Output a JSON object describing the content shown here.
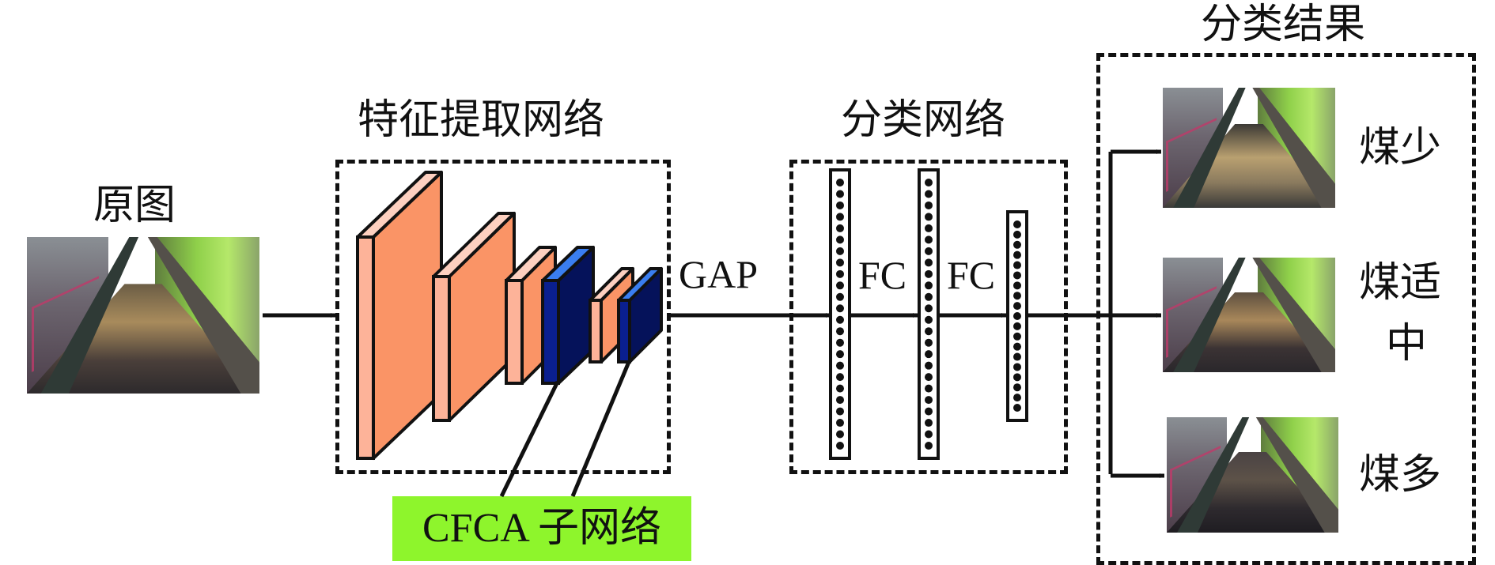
{
  "title_original": "原图",
  "title_feature": "特征提取网络",
  "title_classifier": "分类网络",
  "title_results": "分类结果",
  "gap_label": "GAP",
  "fc_labels": [
    "FC",
    "FC"
  ],
  "cfca_label": "CFCA 子网络",
  "results": [
    {
      "label": "煤少",
      "floor_style": "low"
    },
    {
      "label": "煤适中",
      "label_lines": [
        "煤适",
        "中"
      ],
      "floor_style": "mid"
    },
    {
      "label": "煤多",
      "floor_style": "high"
    }
  ],
  "feature_blocks": [
    {
      "type": "conv",
      "color": "orange"
    },
    {
      "type": "conv",
      "color": "orange"
    },
    {
      "type": "conv",
      "color": "orange"
    },
    {
      "type": "cfca",
      "color": "blue"
    },
    {
      "type": "conv",
      "color": "orange"
    },
    {
      "type": "cfca",
      "color": "blue"
    }
  ],
  "fc_layers": [
    {
      "neurons": 24
    },
    {
      "neurons": 24
    },
    {
      "neurons": 19
    }
  ],
  "colors": {
    "orange_front": "#fa9466",
    "orange_side": "#fdb399",
    "orange_top": "#fdd0c0",
    "blue_front": "#05125a",
    "blue_side": "#0a1f8f",
    "blue_top": "#3a7ef0",
    "cfca_bg": "#8ef52c",
    "line": "#111111"
  }
}
